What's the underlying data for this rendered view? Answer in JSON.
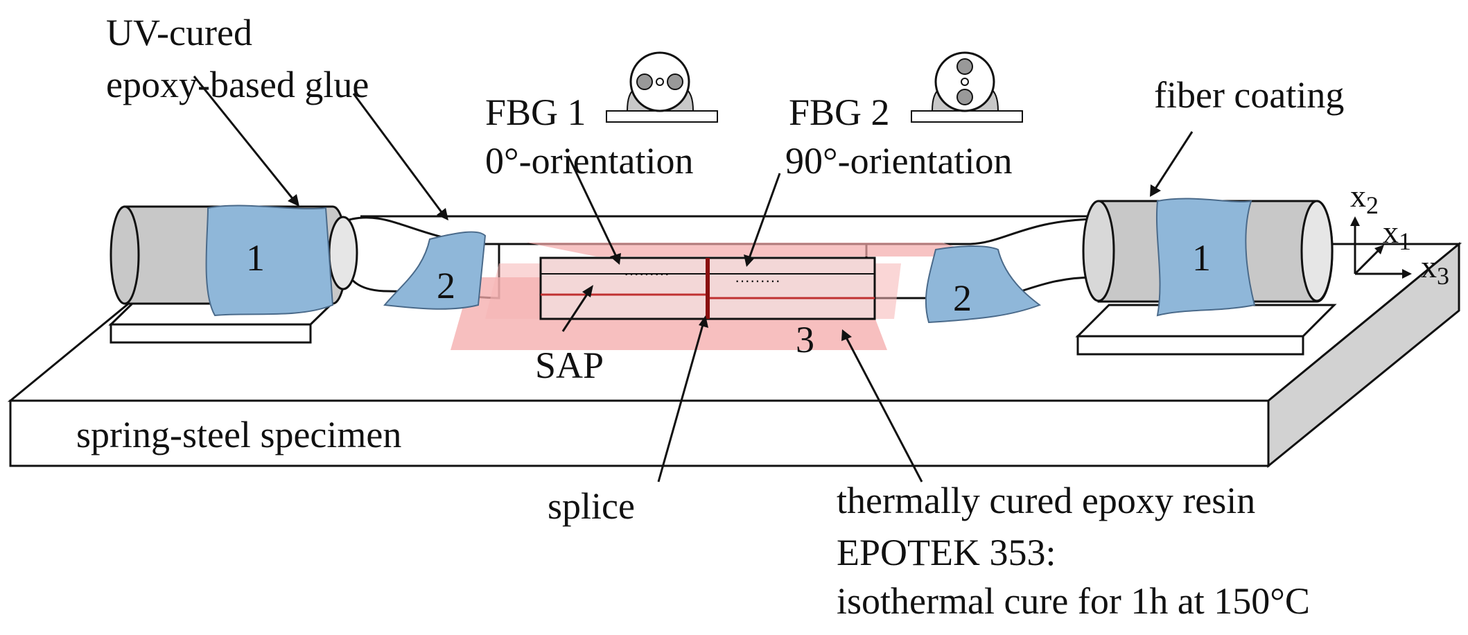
{
  "labels": {
    "uv_glue_line1": "UV-cured",
    "uv_glue_line2": "epoxy-based glue",
    "fbg1": "FBG 1",
    "fbg1_orientation": "0°-orientation",
    "fbg2": "FBG 2",
    "fbg2_orientation": "90°-orientation",
    "fiber_coating": "fiber coating",
    "sap": "SAP",
    "splice": "splice",
    "specimen": "spring-steel specimen",
    "resin_line1": "thermally cured epoxy resin",
    "resin_line2": "EPOTEK 353:",
    "resin_line3": "isothermal cure for 1h at 150°C"
  },
  "markers": {
    "left_bond_1": "1",
    "left_bond_2": "2",
    "center_bond_3": "3",
    "right_bond_2": "2",
    "right_bond_1": "1"
  },
  "axes": {
    "x1_base": "x",
    "x1_sub": "1",
    "x2_base": "x",
    "x2_sub": "2",
    "x3_base": "x",
    "x3_sub": "3"
  },
  "colors": {
    "glue_blue": "#8fb7d9",
    "resin_pink": "#f4a9a9",
    "coating_gray": "#c8c8c8",
    "steel_face": "#ffffff",
    "steel_side": "#d0d0d0"
  }
}
